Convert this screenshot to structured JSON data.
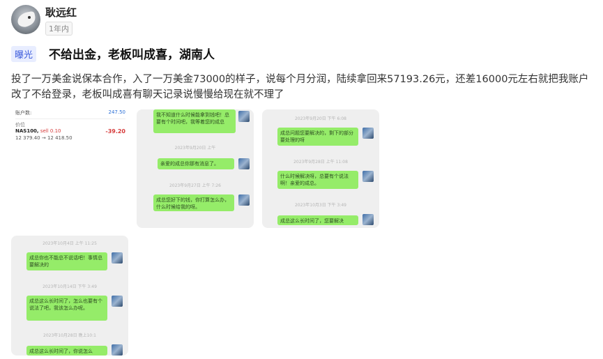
{
  "user": {
    "name": "耿远红",
    "time_badge": "1年内"
  },
  "post": {
    "tag": "曝光",
    "title": "不给出金，老板叫成喜，湖南人",
    "body": "投了一万美金说保本合作，入了一万美金73000的样子，说每个月分润，陆续拿回来57193.26元，还差16000元左右就把我账户改了不给登录，老板叫成喜有聊天记录说慢慢给现在就不理了"
  },
  "images": {
    "trade": {
      "row1_label": "账户数:",
      "row1_value": "247.50",
      "row2_label": "价位",
      "symbol": "NAS100,",
      "side": "sell 0.10",
      "pnl": "-39.20",
      "range": "12 379.40 → 12 418.50"
    },
    "chat2": {
      "b1": "我不知道什么时候能拿到钱吧！总要有个时间吧，我等着您的成总",
      "s1": "2023年9月20日 上午",
      "b2": "亲爱的成总你那有消息了。",
      "s2": "2023年9月27日 上午 7:26",
      "b3": "成总您好下的钱，你打算怎么办，什么时候给我的呀。"
    },
    "chat3": {
      "s0": "2023年9月20日 下午 6:08",
      "b1": "成总问题您要解决的，剩下的部分要处理的呀",
      "s1": "2023年9月28日 上午 11:08",
      "b2": "什么时候解决呀，总要有个说法啊！亲爱的成总。",
      "s2": "2023年10月3日 下午 3:49",
      "b3": "成总这么长时间了，您要解决"
    },
    "chat4": {
      "s0": "2023年10月4日 上午 11:25",
      "b1": "成总你也不能总不说话吧！事情总要解决的",
      "s1": "2023年10月14日 下午 3:49",
      "b2": "成总这么长时间了，怎么也要有个说法了吧，我该怎么办呢。",
      "s2": "2023年10月28日 晚上10:1",
      "b3": "成总这么长时间了，你说怎么"
    }
  }
}
